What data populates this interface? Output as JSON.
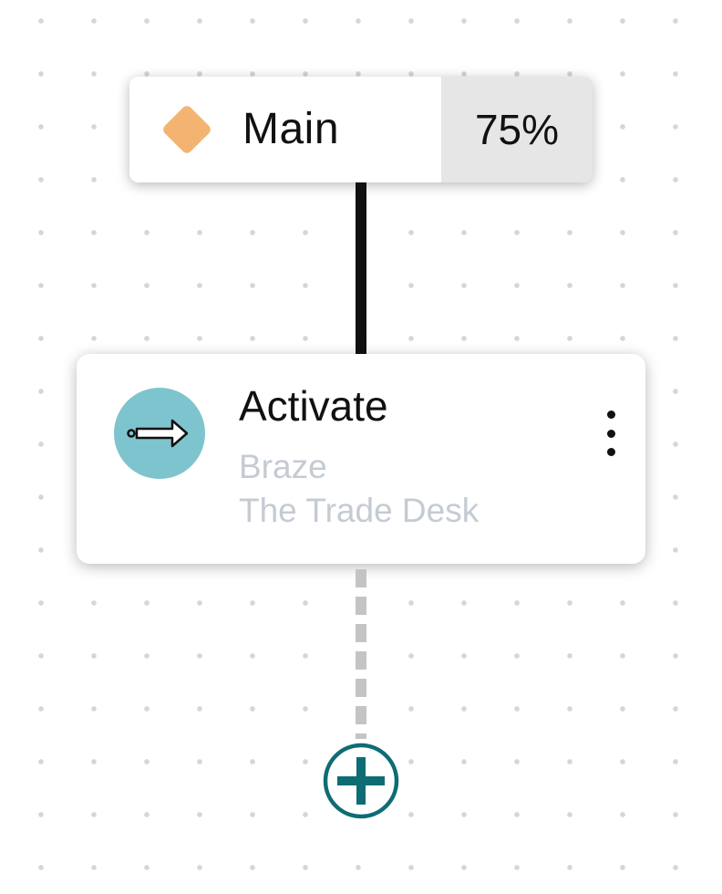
{
  "split_node": {
    "icon": "diamond-icon",
    "label": "Main",
    "percentage": "75%",
    "icon_color": "#f4b471"
  },
  "activate_node": {
    "icon": "arrow-right-icon",
    "icon_color": "#7ec4cf",
    "title": "Activate",
    "destinations": [
      "Braze",
      "The Trade Desk"
    ],
    "menu_icon": "vertical-ellipsis-icon"
  },
  "add_step": {
    "icon": "plus-circle-icon",
    "color": "#0e6c74"
  }
}
